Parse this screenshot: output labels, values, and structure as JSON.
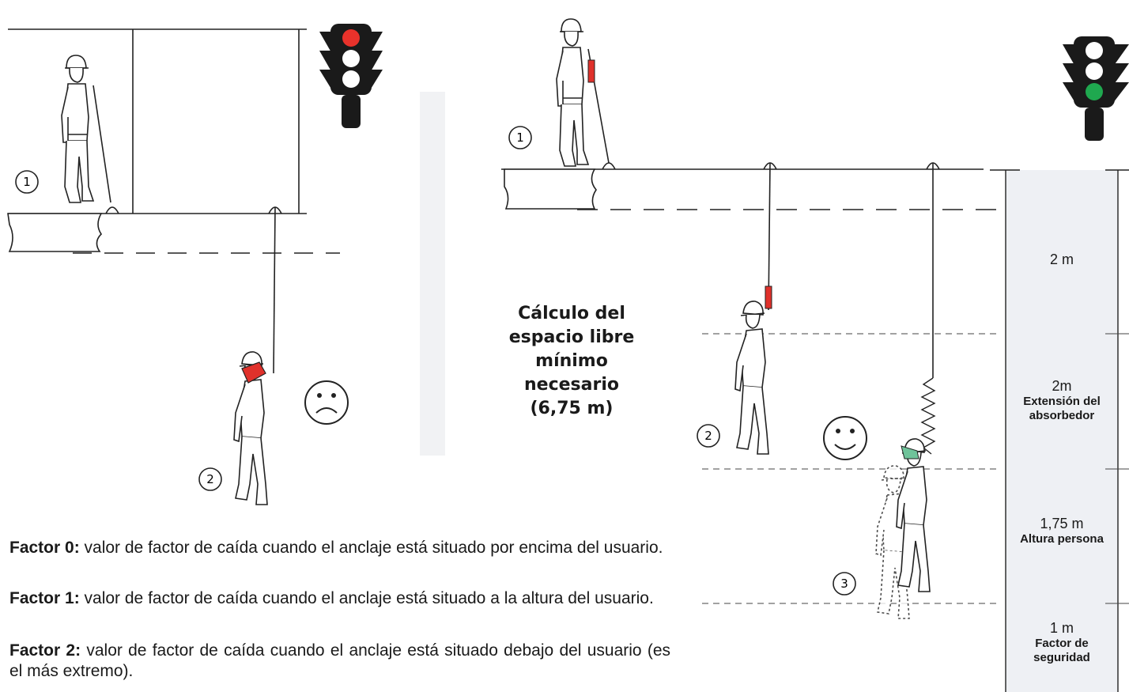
{
  "left_scene": {
    "marker_1": "1",
    "marker_2": "2",
    "face": "sad-face-icon",
    "traffic_light": {
      "active": "red",
      "active_color": "#e8322b"
    }
  },
  "right_scene": {
    "marker_1": "1",
    "marker_2": "2",
    "marker_3": "3",
    "face": "happy-face-icon",
    "traffic_light": {
      "active": "green",
      "active_color": "#1fa84f"
    },
    "lanyard_color": "#e0312b",
    "mask_color": "#6fc39a"
  },
  "calculation": {
    "line1": "Cálculo del",
    "line2": "espacio libre",
    "line3": "mínimo",
    "line4": "necesario",
    "line5": "(6,75 m)"
  },
  "scale": {
    "segments": [
      {
        "value": "2 m",
        "sub": ""
      },
      {
        "value": "2m",
        "sub": "Extensión del absorbedor"
      },
      {
        "value": "1,75 m",
        "sub": "Altura persona"
      },
      {
        "value": "1 m",
        "sub": "Factor de seguridad"
      }
    ]
  },
  "factors": [
    {
      "term": "Factor 0:",
      "text": " valor de factor de caída cuando el anclaje está situado por encima del usuario."
    },
    {
      "term": "Factor 1:",
      "text": " valor de factor de caída cuando el anclaje está situado a la altura del usuario."
    },
    {
      "term": "Factor 2:",
      "text": " valor de factor de caída cuando el anclaje está situado debajo del usuario (es el más extremo)."
    }
  ]
}
